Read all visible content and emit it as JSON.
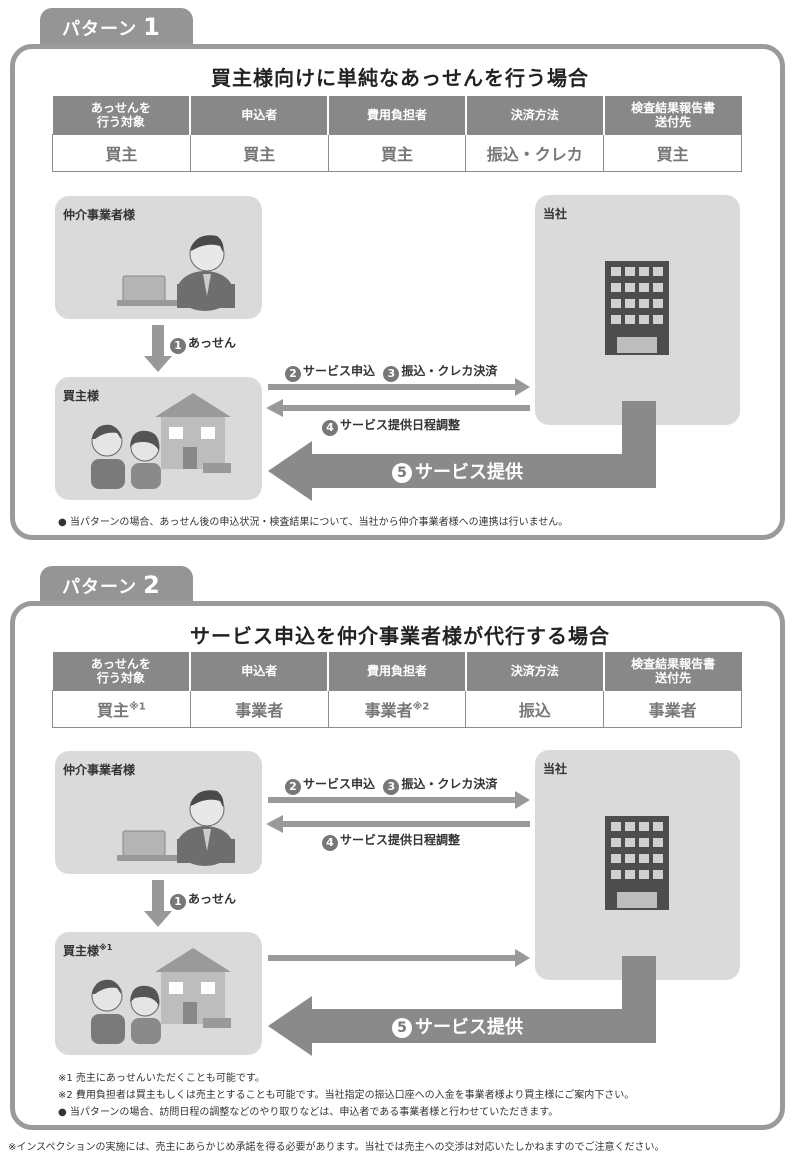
{
  "pattern1": {
    "tab_label": "パターン",
    "tab_number": "1",
    "title": "買主様向けに単純なあっせんを行う場合",
    "headers": [
      "あっせんを\n行う対象",
      "申込者",
      "費用負担者",
      "決済方法",
      "検査結果報告書\n送付先"
    ],
    "values": [
      "買主",
      "買主",
      "買主",
      "振込・クレカ",
      "買主"
    ],
    "agent_label": "仲介事業者様",
    "company_label": "当社",
    "buyer_label": "買主様",
    "step1": {
      "num": "1",
      "text": "あっせん"
    },
    "step2": {
      "num": "2",
      "text": "サービス申込"
    },
    "step3": {
      "num": "3",
      "text": "振込・クレカ決済"
    },
    "step4": {
      "num": "4",
      "text": "サービス提供日程調整"
    },
    "step5": {
      "num": "5",
      "text": "サービス提供"
    },
    "note": "● 当パターンの場合、あっせん後の申込状況・検査結果について、当社から仲介事業者様への連携は行いません。"
  },
  "pattern2": {
    "tab_label": "パターン",
    "tab_number": "2",
    "title": "サービス申込を仲介事業者様が代行する場合",
    "headers": [
      "あっせんを\n行う対象",
      "申込者",
      "費用負担者",
      "決済方法",
      "検査結果報告書\n送付先"
    ],
    "values": [
      "買主",
      "事業者",
      "事業者",
      "振込",
      "事業者"
    ],
    "value_marks": [
      "※1",
      "",
      "※2",
      "",
      ""
    ],
    "agent_label": "仲介事業者様",
    "company_label": "当社",
    "buyer_label": "買主様",
    "buyer_mark": "※1",
    "step1": {
      "num": "1",
      "text": "あっせん"
    },
    "step2": {
      "num": "2",
      "text": "サービス申込"
    },
    "step3": {
      "num": "3",
      "text": "振込・クレカ決済"
    },
    "step4": {
      "num": "4",
      "text": "サービス提供日程調整"
    },
    "step5": {
      "num": "5",
      "text": "サービス提供"
    },
    "notes": [
      "※1 売主にあっせんいただくことも可能です。",
      "※2 費用負担者は買主もしくは売主とすることも可能です。当社指定の振込口座への入金を事業者様より買主様にご案内下さい。",
      "● 当パターンの場合、訪問日程の調整などのやり取りなどは、申込者である事業者様と行わせていただきます。"
    ]
  },
  "footer": "※インスペクションの実施には、売主にあらかじめ承諾を得る必要があります。当社では売主への交渉は対応いたしかねますのでご注意ください。",
  "colors": {
    "header_gray": "#888888",
    "box_gray": "#dadada",
    "arrow_gray": "#8a8a8a",
    "border_gray": "#9a9a9a"
  }
}
